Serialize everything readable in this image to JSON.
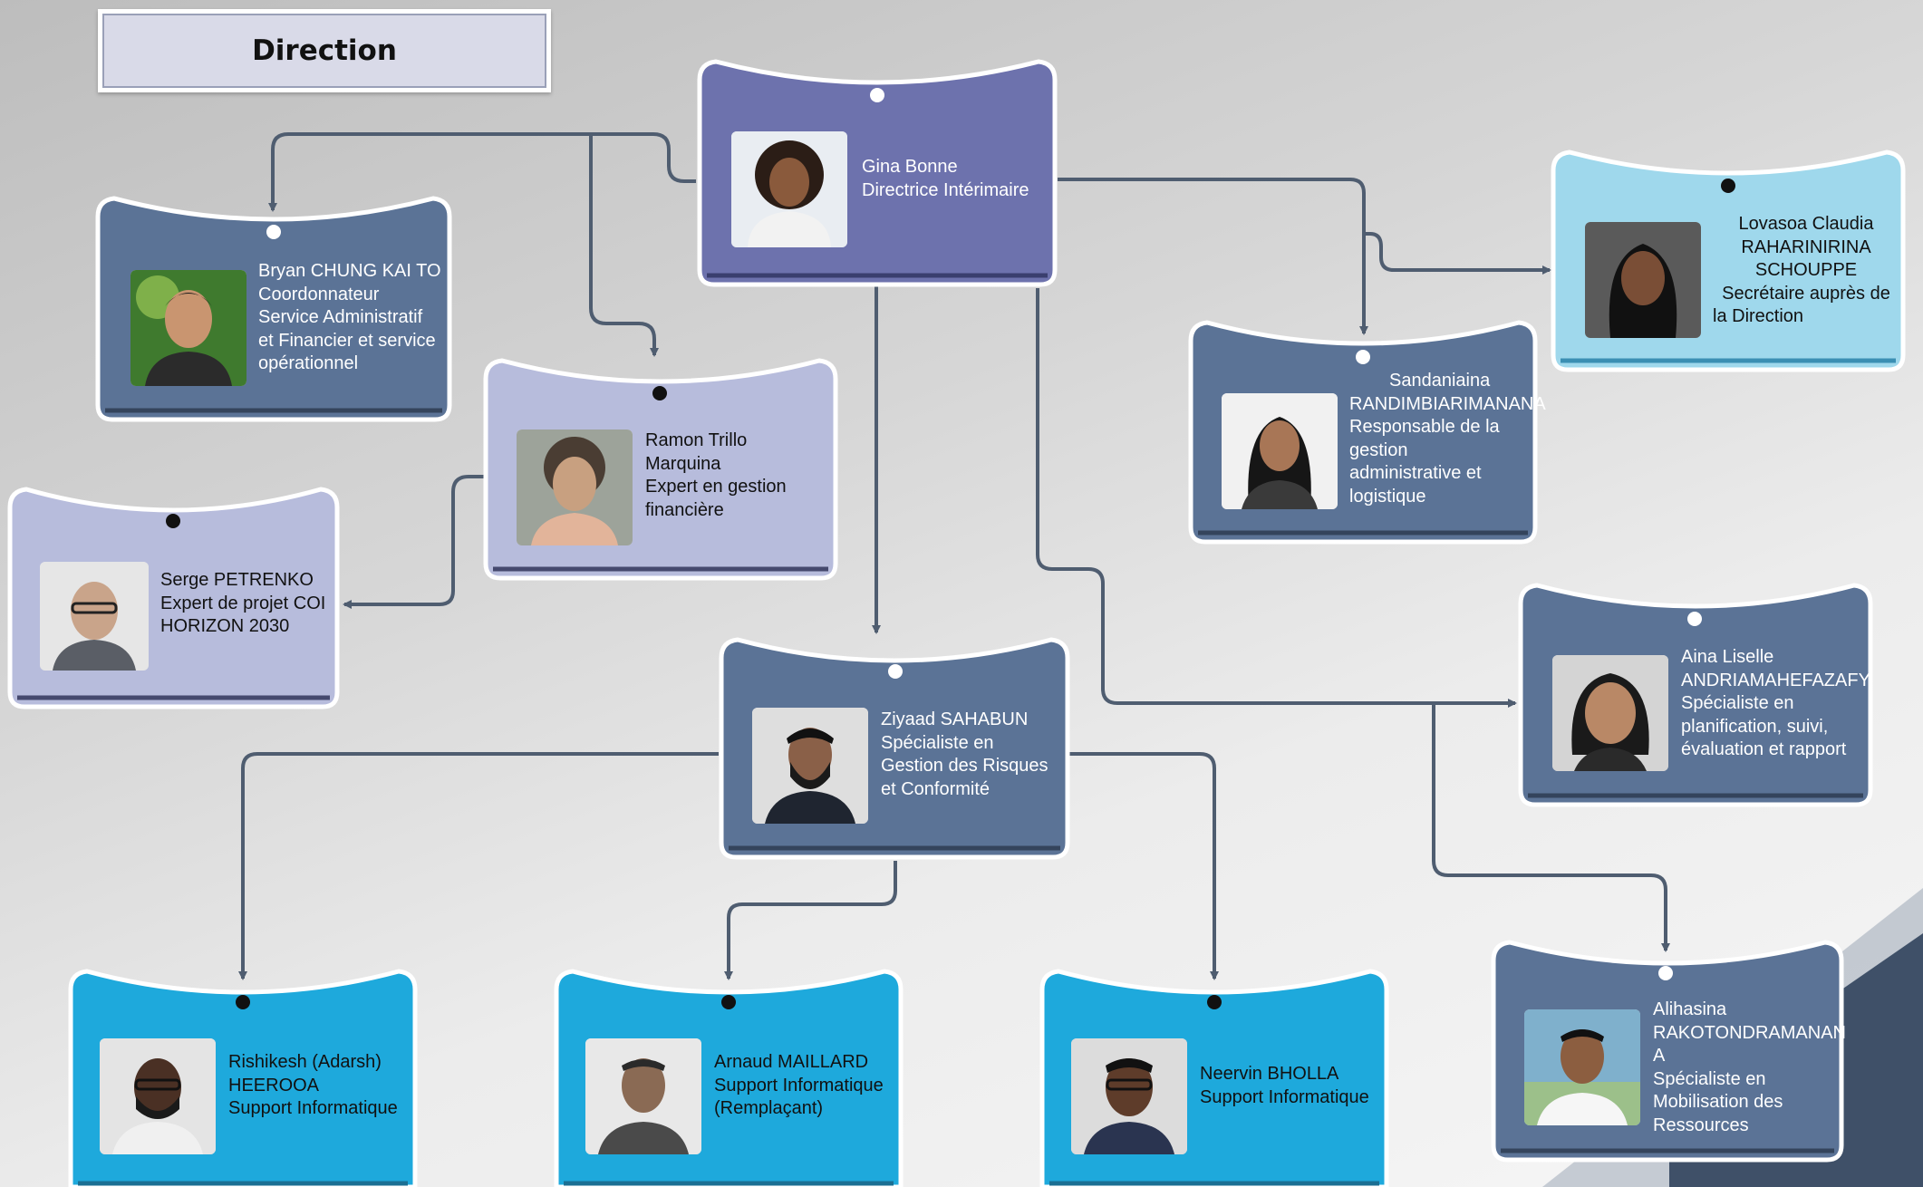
{
  "title": "Direction",
  "people": {
    "gina": {
      "name": "Gina Bonne",
      "lines": [
        "Directrice Intérimaire"
      ]
    },
    "bryan": {
      "name": "Bryan CHUNG KAI TO",
      "lines": [
        "Coordonnateur",
        "Service Administratif",
        "et Financier et service",
        "opérationnel"
      ]
    },
    "ramon": {
      "name": "Ramon Trillo",
      "lines": [
        "Marquina",
        "Expert en gestion",
        "financière"
      ]
    },
    "serge": {
      "name": "Serge PETRENKO",
      "lines": [
        "Expert de projet COI",
        "HORIZON 2030"
      ]
    },
    "lovasoa": {
      "name": "Lovasoa Claudia",
      "lines": [
        "RAHARINIRINA",
        "SCHOUPPE",
        "Secrétaire auprès de",
        "la Direction"
      ]
    },
    "sandaniaina": {
      "name": "Sandaniaina",
      "lines": [
        "RANDIMBIARIMANANA",
        "Responsable de la",
        "gestion",
        "administrative et",
        "logistique"
      ]
    },
    "aina": {
      "name": "Aina Liselle",
      "lines": [
        "ANDRIAMAHEFAZAFY",
        "Spécialiste en",
        "planification, suivi,",
        "évaluation et rapport"
      ]
    },
    "ziyaad": {
      "name": "Ziyaad SAHABUN",
      "lines": [
        "Spécialiste en",
        "Gestion des Risques",
        "et Conformité"
      ]
    },
    "rishikesh": {
      "name": "Rishikesh (Adarsh)",
      "lines": [
        "HEEROOA",
        "Support Informatique"
      ]
    },
    "arnaud": {
      "name": "Arnaud MAILLARD",
      "lines": [
        "Support Informatique",
        "(Remplaçant)"
      ]
    },
    "neervin": {
      "name": "Neervin BHOLLA",
      "lines": [
        "Support Informatique"
      ]
    },
    "alihasina": {
      "name": "Alihasina",
      "lines": [
        "RAKOTONDRAMANAN",
        "A",
        "Spécialiste en",
        "Mobilisation des",
        "Ressources"
      ]
    }
  },
  "colors": {
    "slate": "#5b7396",
    "purple": "#6d72ad",
    "lavender": "#b7bcdc",
    "cyan": "#1ea9dc",
    "light_blue": "#9fd8ec",
    "connector": "#4f5d70"
  }
}
